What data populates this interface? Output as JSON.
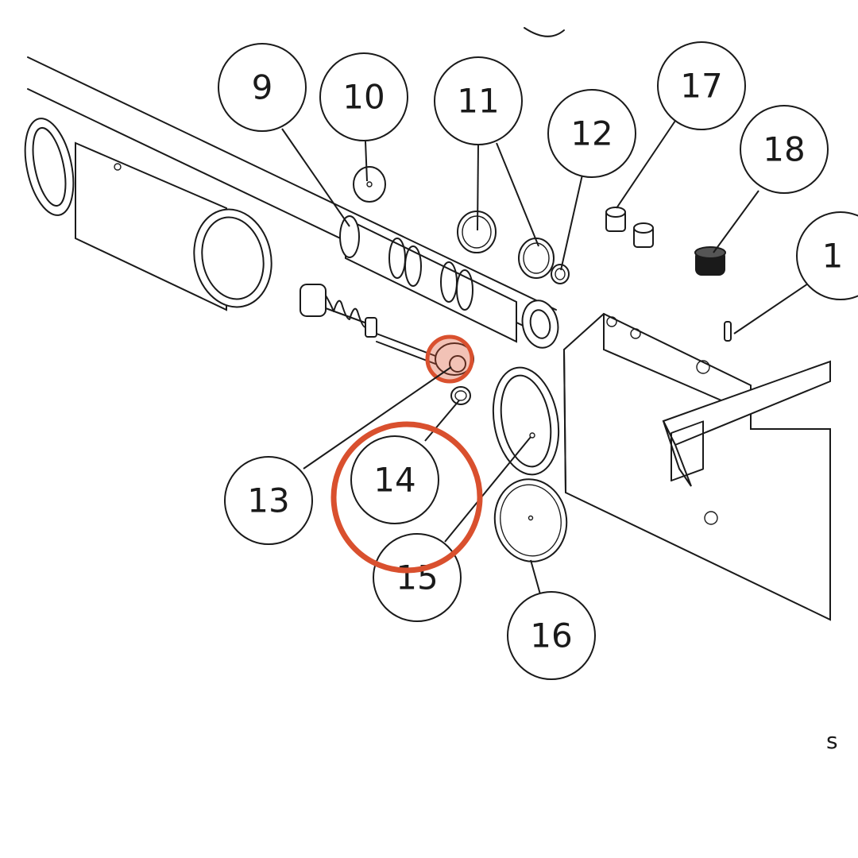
{
  "callouts": [
    {
      "id": "9",
      "label": "9"
    },
    {
      "id": "10",
      "label": "10"
    },
    {
      "id": "11",
      "label": "11"
    },
    {
      "id": "12",
      "label": "12"
    },
    {
      "id": "13",
      "label": "13"
    },
    {
      "id": "14",
      "label": "14"
    },
    {
      "id": "15",
      "label": "15"
    },
    {
      "id": "16",
      "label": "16"
    },
    {
      "id": "17",
      "label": "17"
    },
    {
      "id": "18",
      "label": "18"
    },
    {
      "id": "19",
      "label": "1"
    }
  ],
  "highlight": {
    "color": "#d9502e",
    "target_part": "13",
    "emphasized_callout": "14"
  }
}
